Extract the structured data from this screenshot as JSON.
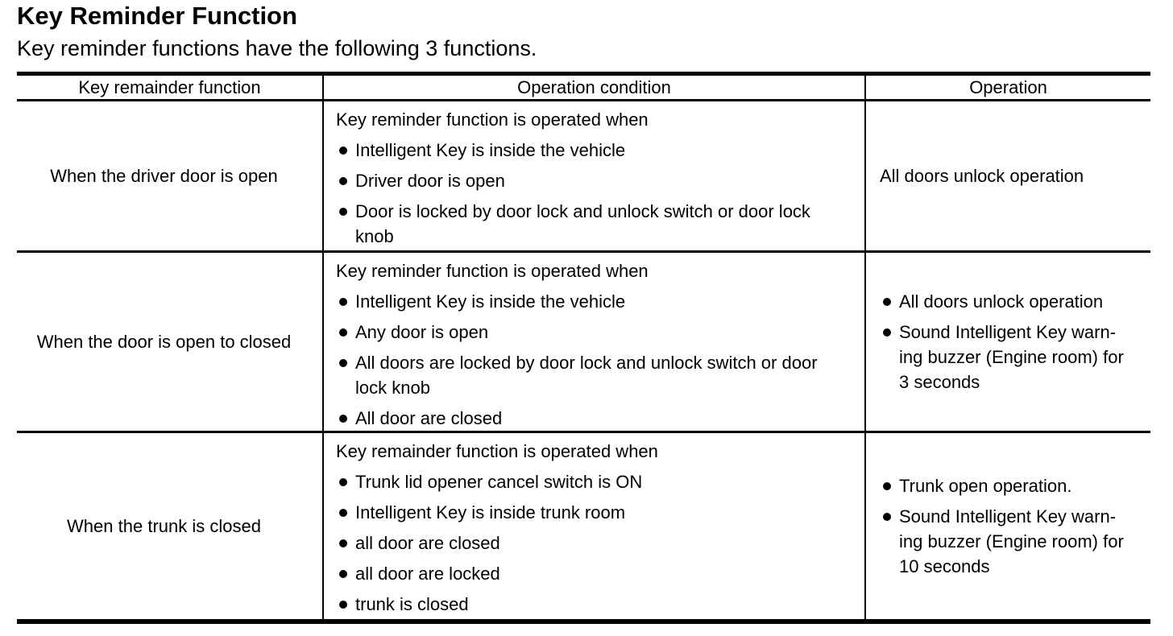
{
  "page": {
    "title": "Key Reminder Function",
    "subtitle": "Key reminder functions have the following 3 functions."
  },
  "table": {
    "headers": [
      "Key remainder function",
      "Operation condition",
      "Operation"
    ],
    "rows": [
      {
        "function": "When the driver door is open",
        "condition_intro": "Key reminder function is operated when",
        "conditions": [
          "Intelligent Key is inside the vehicle",
          "Driver door is open",
          "Door is locked by door lock and unlock switch or door lock\nknob"
        ],
        "operation": "All doors unlock operation"
      },
      {
        "function": "When the door is open to closed",
        "condition_intro": "Key reminder function is operated when",
        "conditions": [
          "Intelligent Key is inside the vehicle",
          "Any door is open",
          "All doors are locked by door lock and unlock switch or door\nlock knob",
          "All door are closed"
        ],
        "operations": [
          "All doors unlock operation",
          "Sound Intelligent Key warn-\ning buzzer (Engine room) for\n3 seconds"
        ]
      },
      {
        "function": "When the trunk is closed",
        "condition_intro": "Key remainder function is operated when",
        "conditions": [
          "Trunk lid opener cancel switch is ON",
          "Intelligent Key is inside trunk room",
          "all door are closed",
          "all door are locked",
          "trunk is closed"
        ],
        "operations": [
          "Trunk open operation.",
          "Sound Intelligent Key warn-\ning buzzer (Engine room) for\n10 seconds"
        ]
      }
    ]
  }
}
